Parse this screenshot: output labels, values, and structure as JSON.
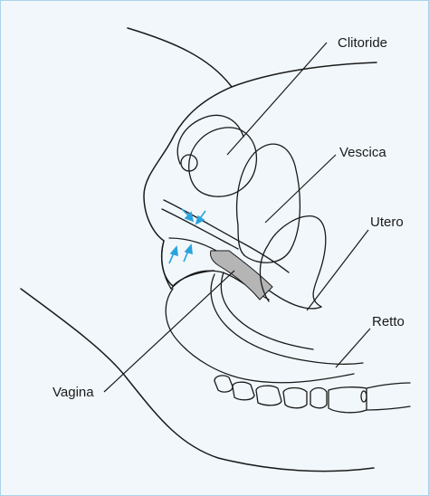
{
  "diagram": {
    "labels": {
      "clitoride": "Clitoride",
      "vescica": "Vescica",
      "utero": "Utero",
      "retto": "Retto",
      "vagina": "Vagina"
    },
    "colors": {
      "background": "#f1f7fb",
      "frame": "#a9d3e8",
      "outline": "#1a1a1a",
      "arrow": "#2aa3dc",
      "shaded_region": "#b5b5b5"
    }
  }
}
